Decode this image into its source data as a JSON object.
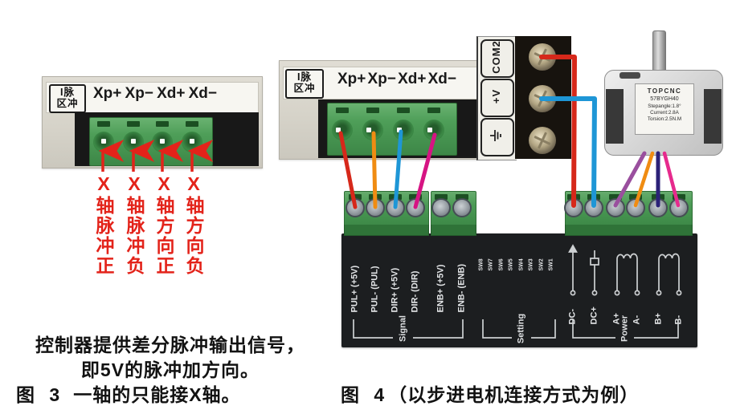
{
  "colors": {
    "annotation_red": "#e3231a",
    "wire_red": "#d6281a",
    "wire_orange": "#f08c12",
    "wire_blue": "#1e96d6",
    "wire_magenta": "#d61483",
    "wire_purple": "#9a4f9e",
    "wire_navy": "#2b2178",
    "wire_pink": "#e62a8d",
    "connector_green": "#4e9e58"
  },
  "figure3": {
    "port_label": {
      "line1": "I脉",
      "line2": "区冲"
    },
    "terminals": [
      "Xp+",
      "Xp−",
      "Xd+",
      "Xd−"
    ],
    "annotations": [
      "X轴脉冲正",
      "X轴脉冲负",
      "X轴方向正",
      "X轴方向负"
    ],
    "caption": {
      "intro_line1": "控制器提供差分脉冲输出信号，",
      "intro_line2": "即5V的脉冲加方向。",
      "fig_no": "图 3",
      "text": "一轴的只能接X轴。"
    }
  },
  "figure4": {
    "port_label": {
      "line1": "I脉",
      "line2": "区冲"
    },
    "terminals": [
      "Xp+",
      "Xp−",
      "Xd+",
      "Xd−"
    ],
    "power_block": {
      "labels": [
        "COM2",
        "+V"
      ],
      "ground_icon": "earth-ground-icon"
    },
    "motor": {
      "brand": "TOPCNC",
      "model": "57BYGH40",
      "spec1": "Stepangle:1.8°",
      "spec2": "Current:2.8A",
      "spec3": "Torsion:2.5N.M"
    },
    "driver": {
      "signal_terminals": [
        "PUL+ (+5V)",
        "PUL- (PUL)",
        "DIR+ (+5V)",
        "DIR- (DIR)",
        "ENB+ (+5V)",
        "ENB- (ENB)"
      ],
      "dip_switches": [
        "SW8",
        "SW7",
        "SW6",
        "SW5",
        "SW4",
        "SW3",
        "SW2",
        "SW1"
      ],
      "power_terminals": [
        "DC-",
        "DC+",
        "A+",
        "A-",
        "B+",
        "B-"
      ],
      "sections": [
        "Signal",
        "Setting",
        "Power"
      ]
    },
    "caption": {
      "fig_no": "图 4",
      "text": "（以步进电机连接方式为例）"
    }
  }
}
